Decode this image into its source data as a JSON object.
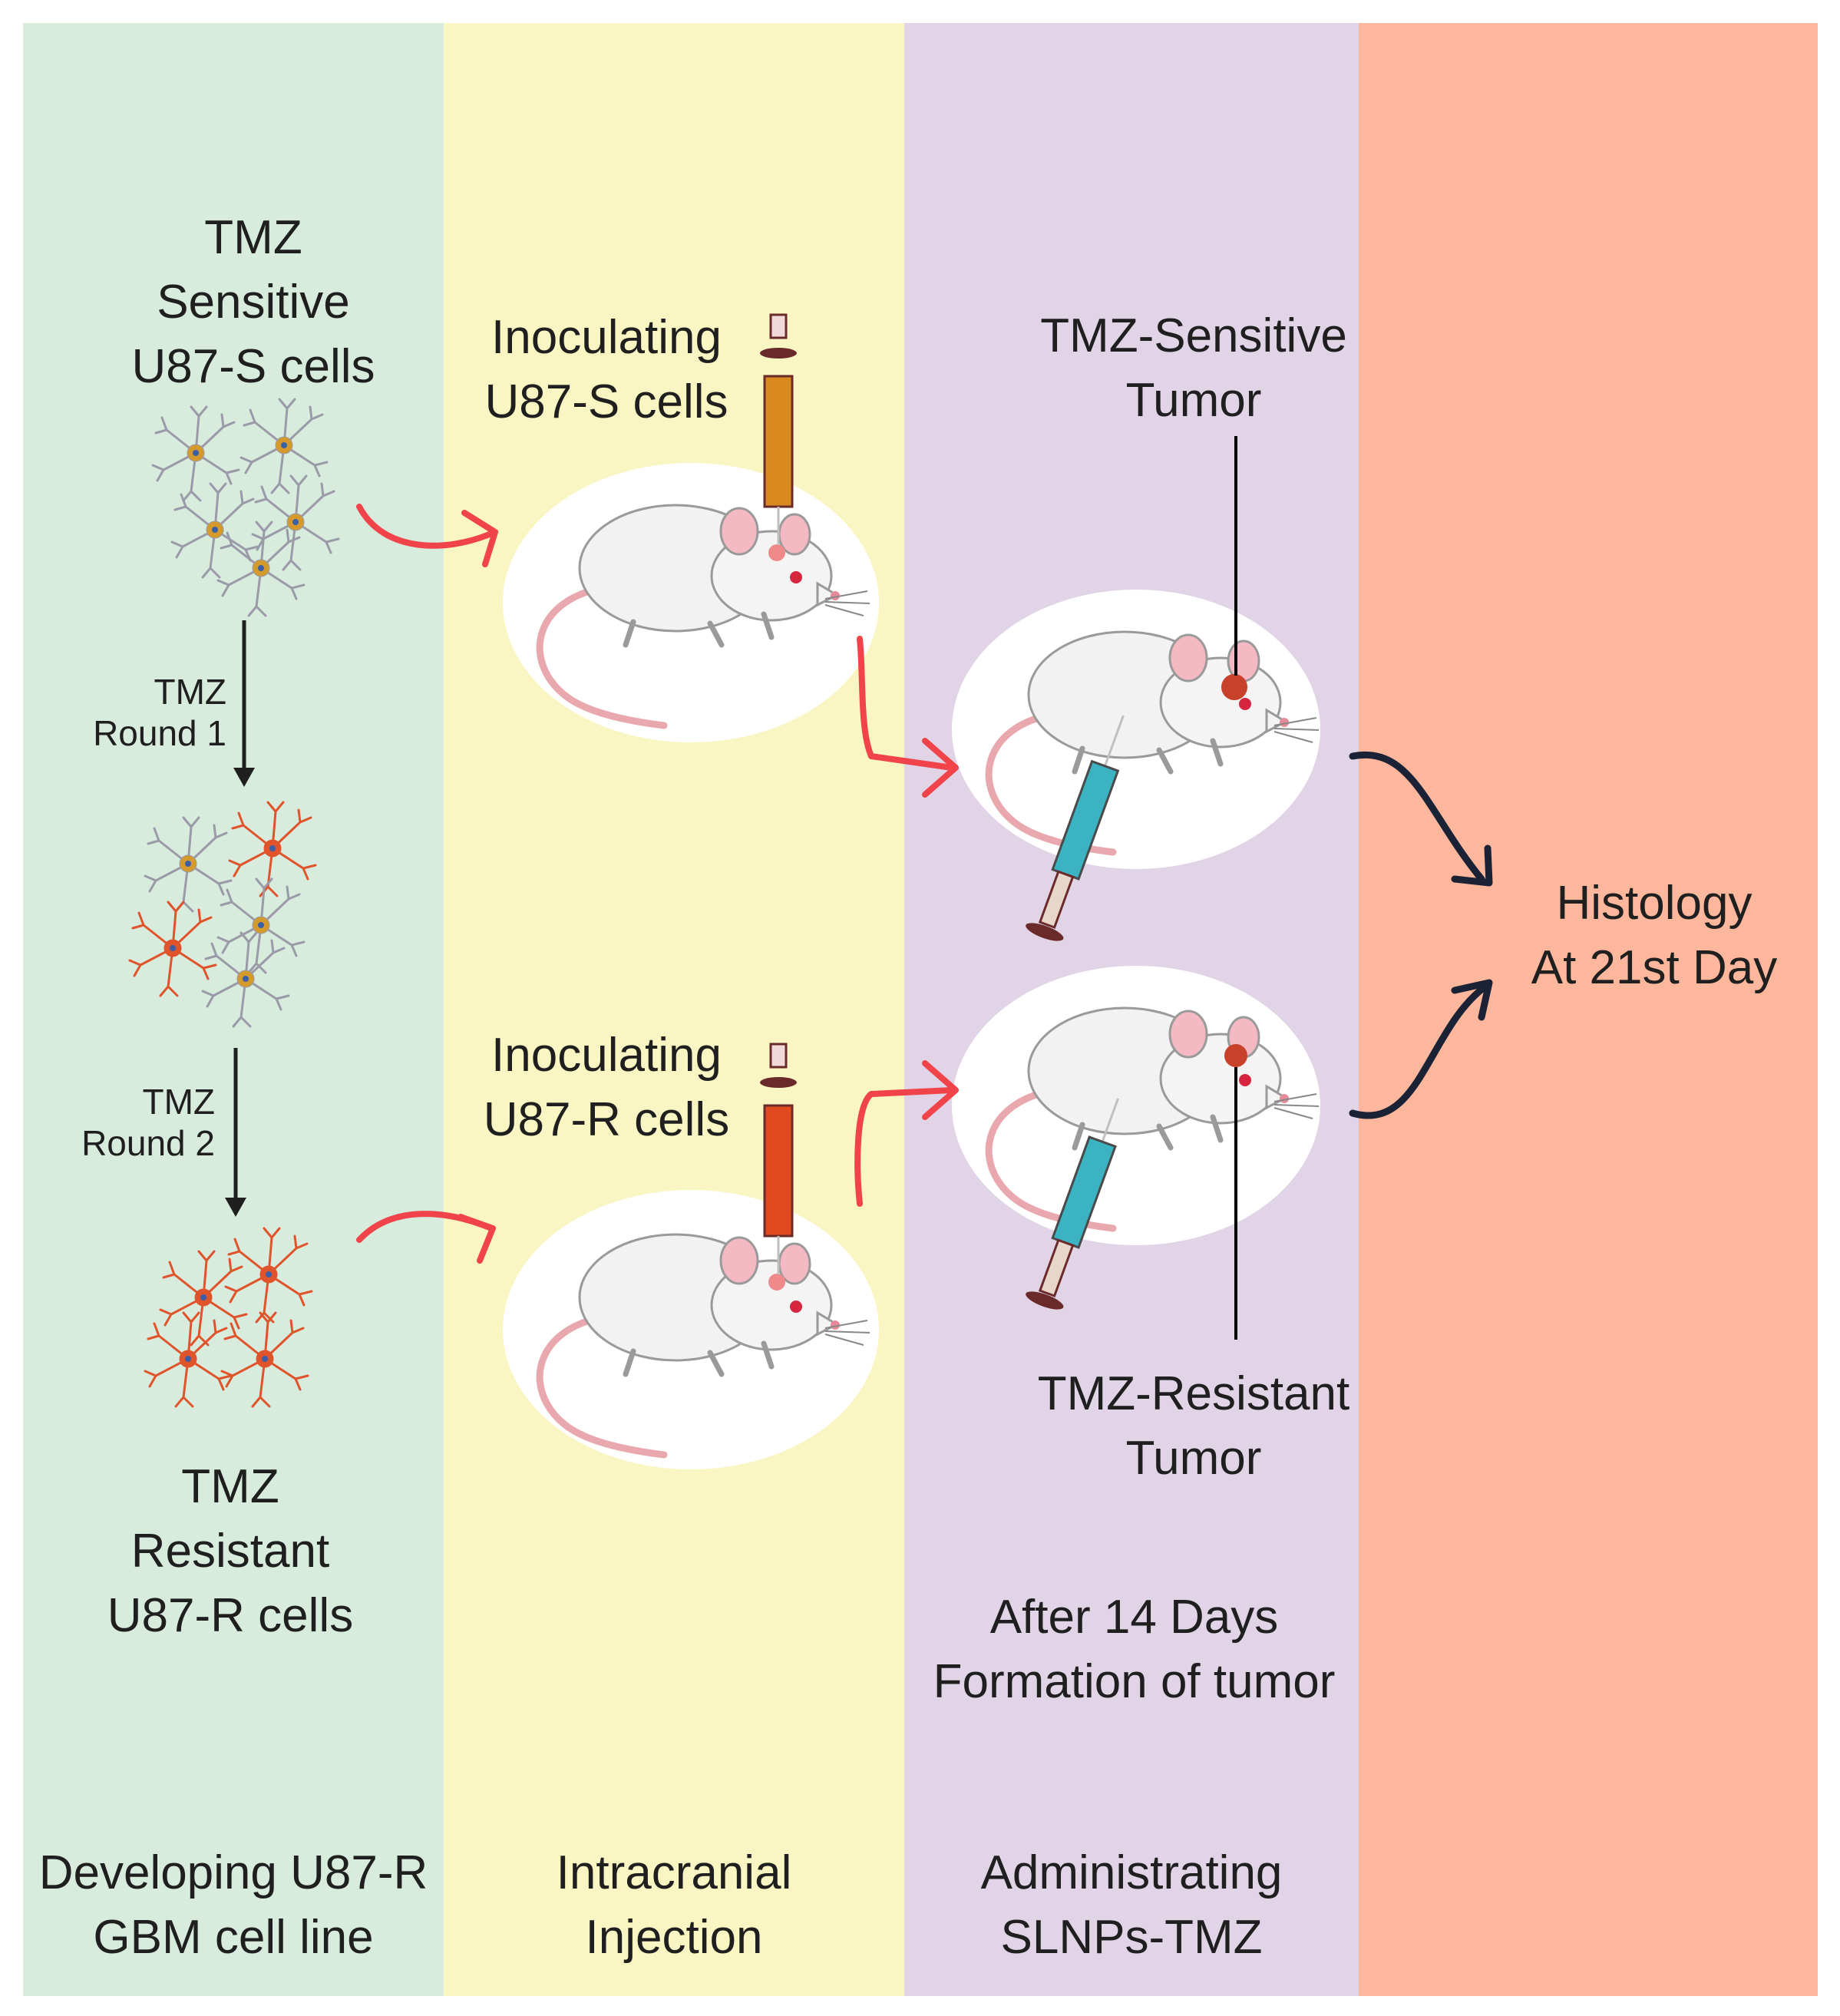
{
  "panels": [
    {
      "name": "developing",
      "footer": [
        "Developing U87-R",
        "GBM cell line"
      ],
      "color": "#d8ecdd"
    },
    {
      "name": "injection",
      "footer": [
        "Intracranial",
        "Injection"
      ],
      "color": "#faf6c3"
    },
    {
      "name": "administering",
      "footer": [
        "Administrating",
        "SLNPs-TMZ"
      ],
      "color": "#e1d4e7"
    },
    {
      "name": "histology",
      "footer": [],
      "color": "#fcb79d"
    }
  ],
  "labels": {
    "sensitive_cells": [
      "TMZ",
      "Sensitive",
      "U87-S cells"
    ],
    "resistant_cells": [
      "TMZ",
      "Resistant",
      "U87-R cells"
    ],
    "round1": [
      "TMZ",
      "Round 1"
    ],
    "round2": [
      "TMZ",
      "Round 2"
    ],
    "inoculating_s": [
      "Inoculating",
      "U87-S cells"
    ],
    "inoculating_r": [
      "Inoculating",
      "U87-R cells"
    ],
    "sensitive_tumor": [
      "TMZ-Sensitive",
      "Tumor"
    ],
    "resistant_tumor": [
      "TMZ-Resistant",
      "Tumor"
    ],
    "after_days": [
      "After 14 Days",
      "Formation of tumor"
    ],
    "histology": [
      "Histology",
      "At 21st  Day"
    ]
  },
  "colors": {
    "arrow_red": "#f0434a",
    "arrow_dark": "#1b2235",
    "cell_sensitive": "#d49a2c",
    "cell_resistant": "#e0542c",
    "syringe_s": "#d88a1e",
    "syringe_r": "#e04a1e",
    "syringe_treatment": "#3bb3c3",
    "tumor": "#c8412a"
  }
}
